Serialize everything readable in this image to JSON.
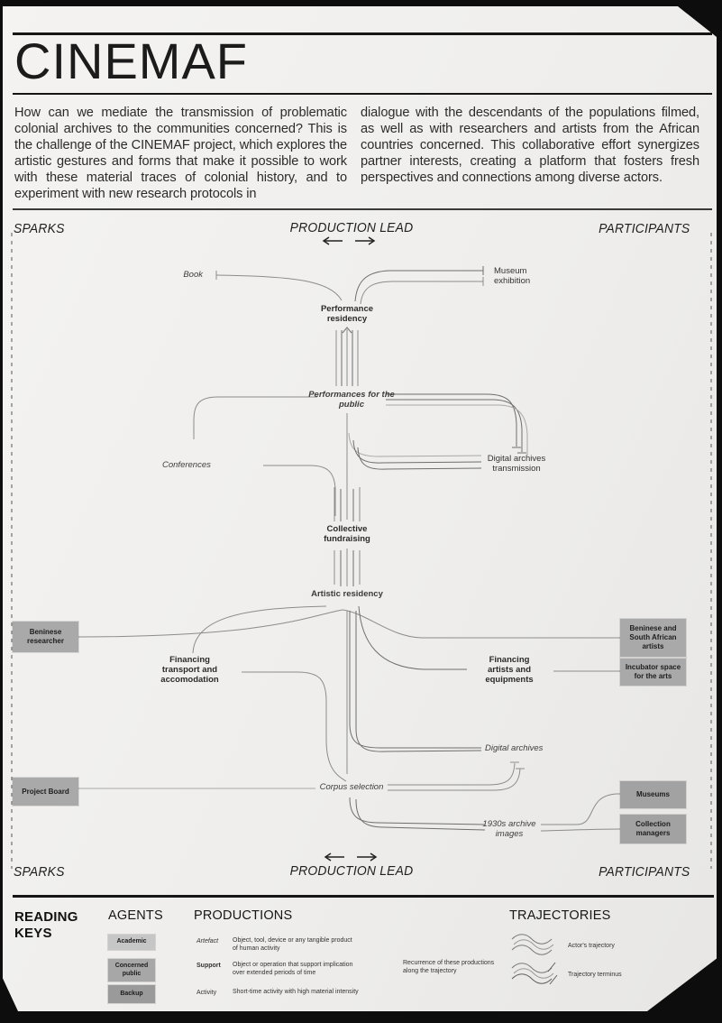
{
  "title": "CINEMAF",
  "intro": {
    "col1": "How can we mediate the transmission of problematic colonial archives to the communities concerned? This is the challenge of the CINEMAF project, which explores the artistic gestures and forms that make it possible to work with these material traces of colonial history, and to experiment with new research protocols in",
    "col2": "dialogue with the descendants of the populations filmed, as well as with researchers and artists from the African countries concerned. This collaborative effort synergizes partner interests, creating a platform that fosters fresh perspectives and connections among diverse actors."
  },
  "map": {
    "top": {
      "left": "SPARKS",
      "center": "PRODUCTION LEAD",
      "right": "PARTICIPANTS"
    },
    "bottom": {
      "left": "SPARKS",
      "center": "PRODUCTION LEAD",
      "right": "PARTICIPANTS"
    },
    "nodes": {
      "book": "Book",
      "museum_exhibition": "Museum exhibition",
      "performance_residency": "Performance residency",
      "performances_public": "Performances for the public",
      "conferences": "Conferences",
      "digital_archives_transmission": "Digital archives transmission",
      "collective_fundraising": "Collective fundraising",
      "artistic_residency": "Artistic residency",
      "financing_transport": "Financing transport and accomodation",
      "financing_artists": "Financing artists and equipments",
      "digital_archives": "Digital archives",
      "corpus_selection": "Corpus selection",
      "archive_images_1930s": "1930s archive images"
    },
    "boxes": {
      "beninese_researcher": "Beninese researcher",
      "beninese_sa_artists": "Beninese and South African artists",
      "incubator_space": "Incubator space for the arts",
      "project_board": "Project Board",
      "museums": "Museums",
      "collection_managers": "Collection managers"
    }
  },
  "legend": {
    "title": "READING KEYS",
    "agents": {
      "title": "AGENTS",
      "items": [
        {
          "label": "Academic",
          "color": "#c6c6c6"
        },
        {
          "label": "Concerned public",
          "color": "#a7a7a7"
        },
        {
          "label": "Backup",
          "color": "#9a9a9a"
        }
      ]
    },
    "productions": {
      "title": "PRODUCTIONS",
      "rows": [
        {
          "term": "Artefact",
          "desc": "Object, tool, device or any tangible product of human activity"
        },
        {
          "term": "Support",
          "desc": "Object or operation that support implication over extended periods of time"
        },
        {
          "term": "Activity",
          "desc": "Short-time activity with high material intensity"
        }
      ],
      "recurrence": "Recurrence of these productions along the trajectory"
    },
    "trajectories": {
      "title": "TRAJECTORIES",
      "items": [
        "Actor's trajectory",
        "Trajectory terminus"
      ]
    }
  },
  "colors": {
    "paper": "#f1f0ee",
    "line": "#8c8c8c",
    "line_dark": "#6e6e6e",
    "box_gray": "#a9a9a9",
    "box_dark": "#a2a2a2"
  }
}
